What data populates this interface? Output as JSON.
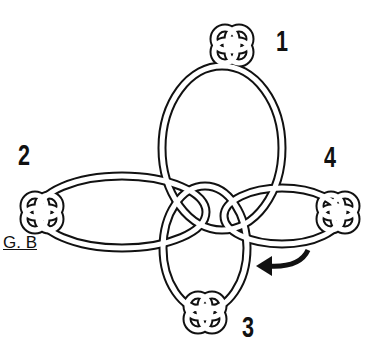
{
  "diagram": {
    "labels": [
      "1",
      "2",
      "3",
      "4",
      "G. B"
    ]
  }
}
